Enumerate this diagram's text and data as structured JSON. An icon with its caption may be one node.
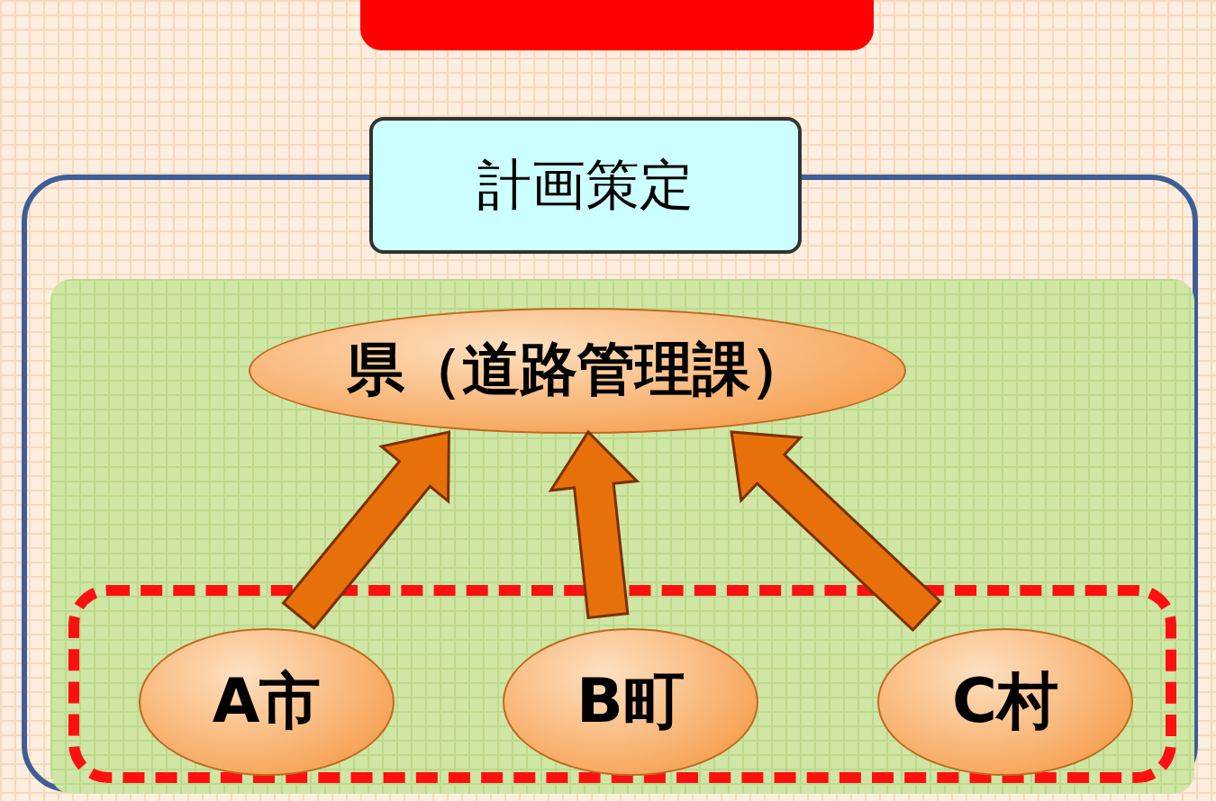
{
  "diagram": {
    "nodes": [
      {
        "text": [],
        "shape": "box"
      },
      {
        "text": [
          "計画策定"
        ]
      },
      {
        "text": [],
        "shape": "box"
      },
      {
        "text": [],
        "shape": "box",
        "in": 2
      },
      {
        "text": [
          "県（道路管理課）"
        ],
        "in": 3
      },
      {
        "text": [],
        "shape": "box",
        "in": 3
      },
      {
        "text": [
          "A市"
        ],
        "in": 5
      },
      {
        "text": [
          "B町"
        ],
        "in": 5
      },
      {
        "text": [
          "C村"
        ],
        "in": 5
      }
    ],
    "edges": [
      {
        "from": 6,
        "to": 4,
        "arrow": "to",
        "style": "thick"
      },
      {
        "from": 7,
        "to": 4,
        "arrow": "to",
        "style": "thick"
      },
      {
        "from": 8,
        "to": 4,
        "arrow": "to",
        "style": "thick"
      }
    ]
  }
}
